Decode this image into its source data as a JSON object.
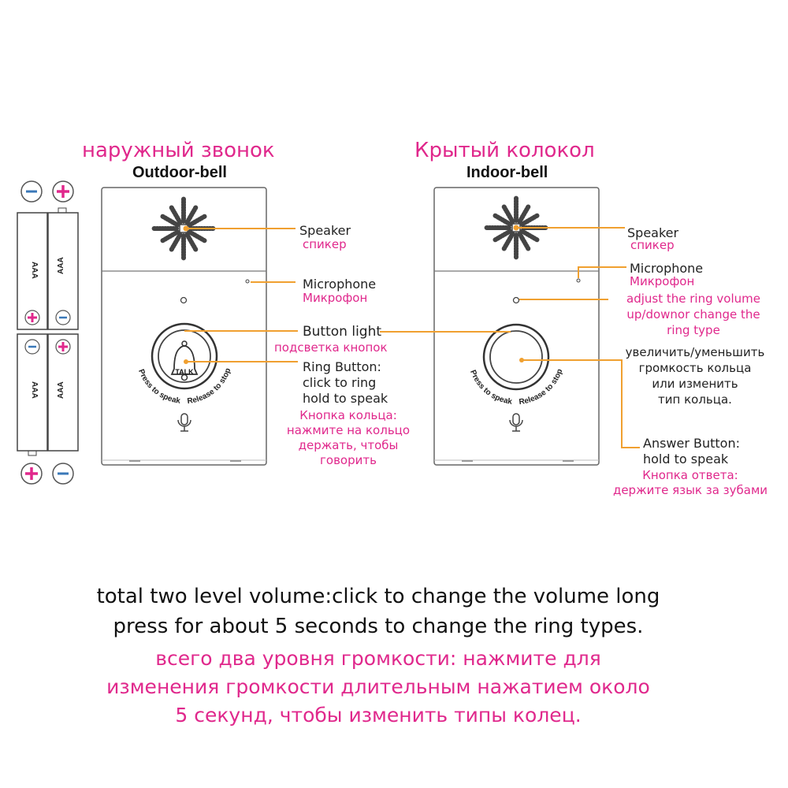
{
  "outdoor": {
    "title_ru": "наружный звонок",
    "title_en": "Outdoor-bell",
    "talk_label": "TALK",
    "arc_left": "Press to speak",
    "arc_right": "Release to stop"
  },
  "indoor": {
    "title_ru": "Крытый колокол",
    "title_en": "Indoor-bell",
    "arc_left": "Press to speak",
    "arc_right": "Release to stop"
  },
  "batteries": {
    "minus_sign": "−",
    "plus_sign": "+",
    "cell_label": "AAA"
  },
  "outdoor_labels": {
    "speaker_en": "Speaker",
    "speaker_ru": "спикер",
    "microphone_en": "Microphone",
    "microphone_ru": "Микрофон",
    "button_light_en": "Button light",
    "button_light_ru": "подсветка кнопок",
    "ring_button_en": [
      "Ring Button:",
      "click to ring",
      "hold to speak"
    ],
    "ring_button_ru": [
      "Кнопка кольца:",
      "нажмите на кольцо",
      "держать, чтобы",
      "говорить"
    ]
  },
  "indoor_labels": {
    "speaker_en": "Speaker",
    "speaker_ru": "спикер",
    "microphone_en": "Microphone",
    "microphone_ru": "Микрофон",
    "volume_en": [
      "adjust the ring volume",
      "up/downor change the",
      "ring type"
    ],
    "volume_ru": [
      "увеличить/уменьшить",
      "громкость кольца",
      "или изменить",
      "тип кольца."
    ],
    "answer_en": [
      "Answer Button:",
      "hold to speak"
    ],
    "answer_ru": [
      "Кнопка ответа:",
      "держите язык за зубами"
    ]
  },
  "footer": {
    "en": [
      "total two level volume:click to change the volume long",
      "press for about 5 seconds to change the ring types."
    ],
    "ru": [
      "всего два уровня громкости: нажмите для",
      "изменения громкости длительным нажатием около",
      "5 секунд, чтобы изменить типы колец."
    ]
  },
  "colors": {
    "accent_pink": "#e0288c",
    "leader_orange": "#f0a030",
    "outline": "#555555"
  }
}
